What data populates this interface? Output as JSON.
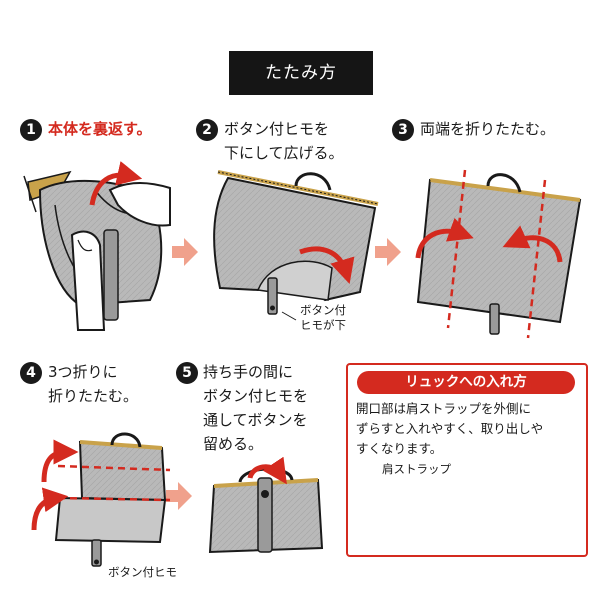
{
  "title": "たたみ方",
  "steps": [
    {
      "num": "1",
      "lines": [
        "本体を裏返す。"
      ],
      "highlight": true
    },
    {
      "num": "2",
      "lines": [
        "ボタン付ヒモを",
        "下にして広げる。"
      ]
    },
    {
      "num": "3",
      "lines": [
        "両端を折りたたむ。"
      ]
    },
    {
      "num": "4",
      "lines": [
        "3つ折りに",
        "折りたたむ。"
      ]
    },
    {
      "num": "5",
      "lines": [
        "持ち手の間に",
        "ボタン付ヒモを",
        "通してボタンを",
        "留める。"
      ]
    }
  ],
  "labels": {
    "step2_strap": [
      "ボタン付",
      "ヒモが下"
    ],
    "step4_strap": "ボタン付ヒモ",
    "shoulder_strap": "肩ストラップ"
  },
  "backpack_note": {
    "title": "リュックへの入れ方",
    "body": [
      "開口部は肩ストラップを外側に",
      "ずらすと入れやすく、取り出しや",
      "すくなります。"
    ]
  },
  "colors": {
    "accent_red": "#d42a1f",
    "arrow_pink": "#f0a18c",
    "bag_gray": "#b5b5b5",
    "dark": "#151515"
  }
}
